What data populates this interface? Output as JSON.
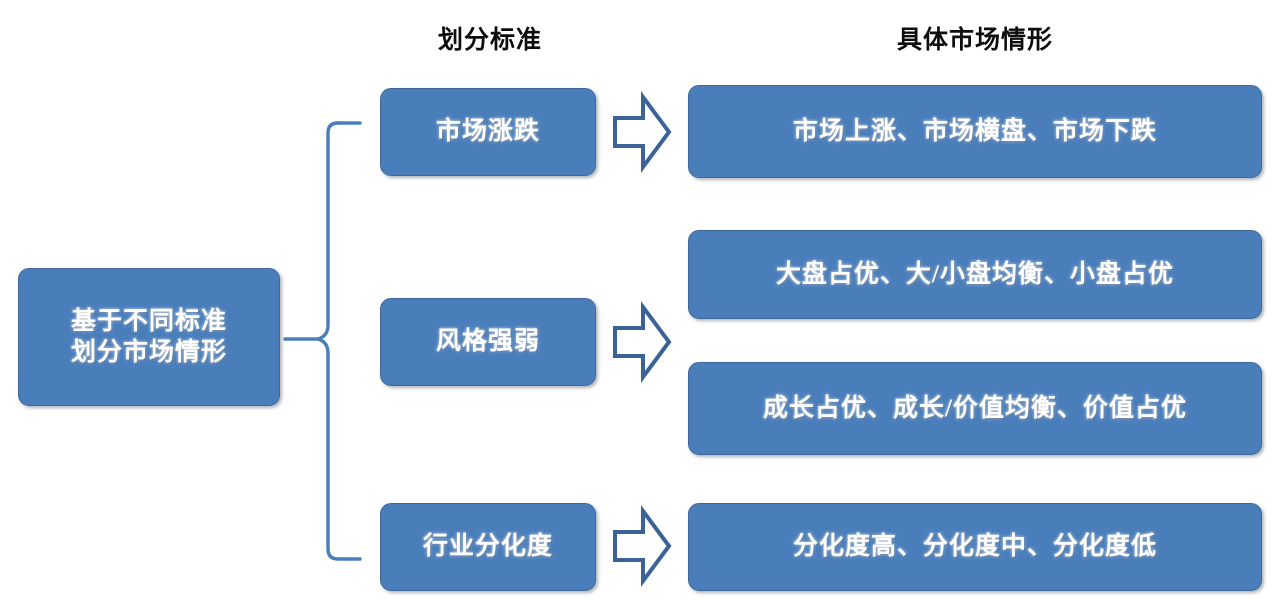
{
  "diagram": {
    "title_headers": {
      "criteria": "划分标准",
      "cases": "具体市场情形"
    },
    "root": {
      "line1": "基于不同标准",
      "line2": "划分市场情形"
    },
    "branches": [
      {
        "criterion": "市场涨跌",
        "arrow_icon": "block-arrow-right-icon",
        "cases": [
          "市场上涨、市场横盘、市场下跌"
        ]
      },
      {
        "criterion": "风格强弱",
        "arrow_icon": "block-arrow-right-icon",
        "cases": [
          "大盘占优、大/小盘均衡、小盘占优",
          "成长占优、成长/价值均衡、价值占优"
        ]
      },
      {
        "criterion": "行业分化度",
        "arrow_icon": "block-arrow-right-icon",
        "cases": [
          "分化度高、分化度中、分化度低"
        ]
      }
    ],
    "colors": {
      "box_fill": "#4a7ebb",
      "box_border": "#41689c",
      "box_text": "#ffffff",
      "arrow_stroke": "#3b6398",
      "arrow_fill": "#ffffff",
      "brace_stroke": "#4a7ebb",
      "header_text": "#0d0d0d",
      "background": "#ffffff"
    }
  }
}
